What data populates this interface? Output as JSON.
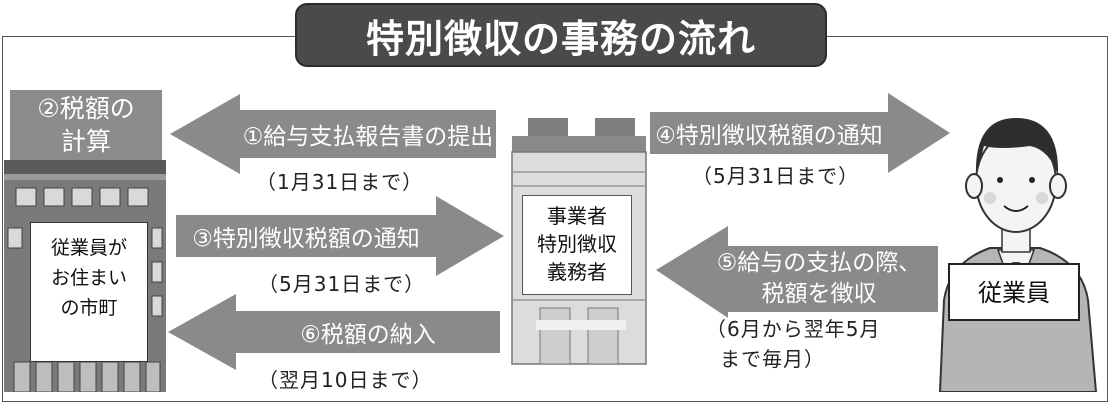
{
  "title": "特別徴収の事務の流れ",
  "tax_calc_label": [
    "②税額の",
    "計算"
  ],
  "arrows": {
    "report": "①給与支払報告書の提出",
    "notify_biz": "③特別徴収税額の通知",
    "payment": "⑥税額の納入",
    "notify_emp": "④特別徴収税額の通知",
    "collect": [
      "⑤給与の支払の際、",
      "税額を徴収"
    ]
  },
  "notes": {
    "report_deadline": "（1月31日まで）",
    "notify_biz_deadline": "（5月31日まで）",
    "payment_deadline": "（翌月10日まで）",
    "notify_emp_deadline": "（5月31日まで）",
    "collect_period": [
      "（6月から翌年5月",
      "まで毎月）"
    ]
  },
  "municipality": [
    "従業員が",
    "お住まい",
    "の市町"
  ],
  "business": [
    "事業者",
    "特別徴収",
    "義務者"
  ],
  "employee": "従業員",
  "colors": {
    "arrow_fill": "#8a8a8a",
    "title_bg": "#4a4a4a",
    "building_dark": "#6d6d6d",
    "building_light": "#bdbdbd"
  }
}
